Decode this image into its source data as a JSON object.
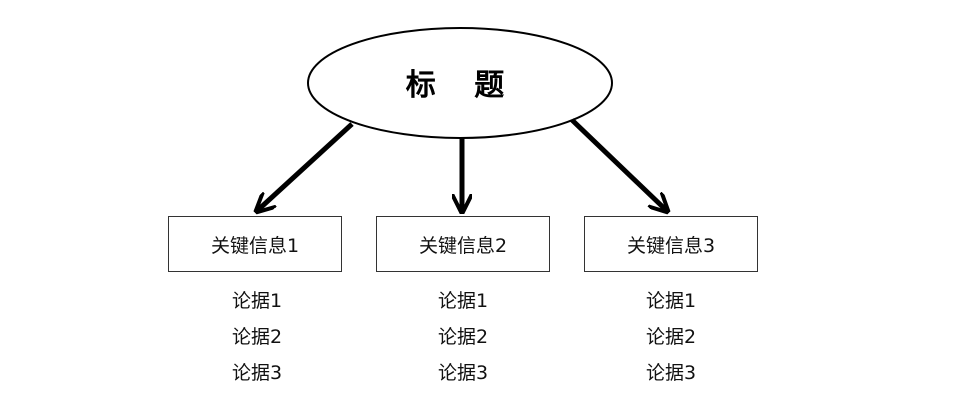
{
  "title": "标 题",
  "nodes": [
    {
      "label": "关键信息1",
      "evidence": [
        "论据1",
        "论据2",
        "论据3"
      ]
    },
    {
      "label": "关键信息2",
      "evidence": [
        "论据1",
        "论据2",
        "论据3"
      ]
    },
    {
      "label": "关键信息3",
      "evidence": [
        "论据1",
        "论据2",
        "论据3"
      ]
    }
  ]
}
